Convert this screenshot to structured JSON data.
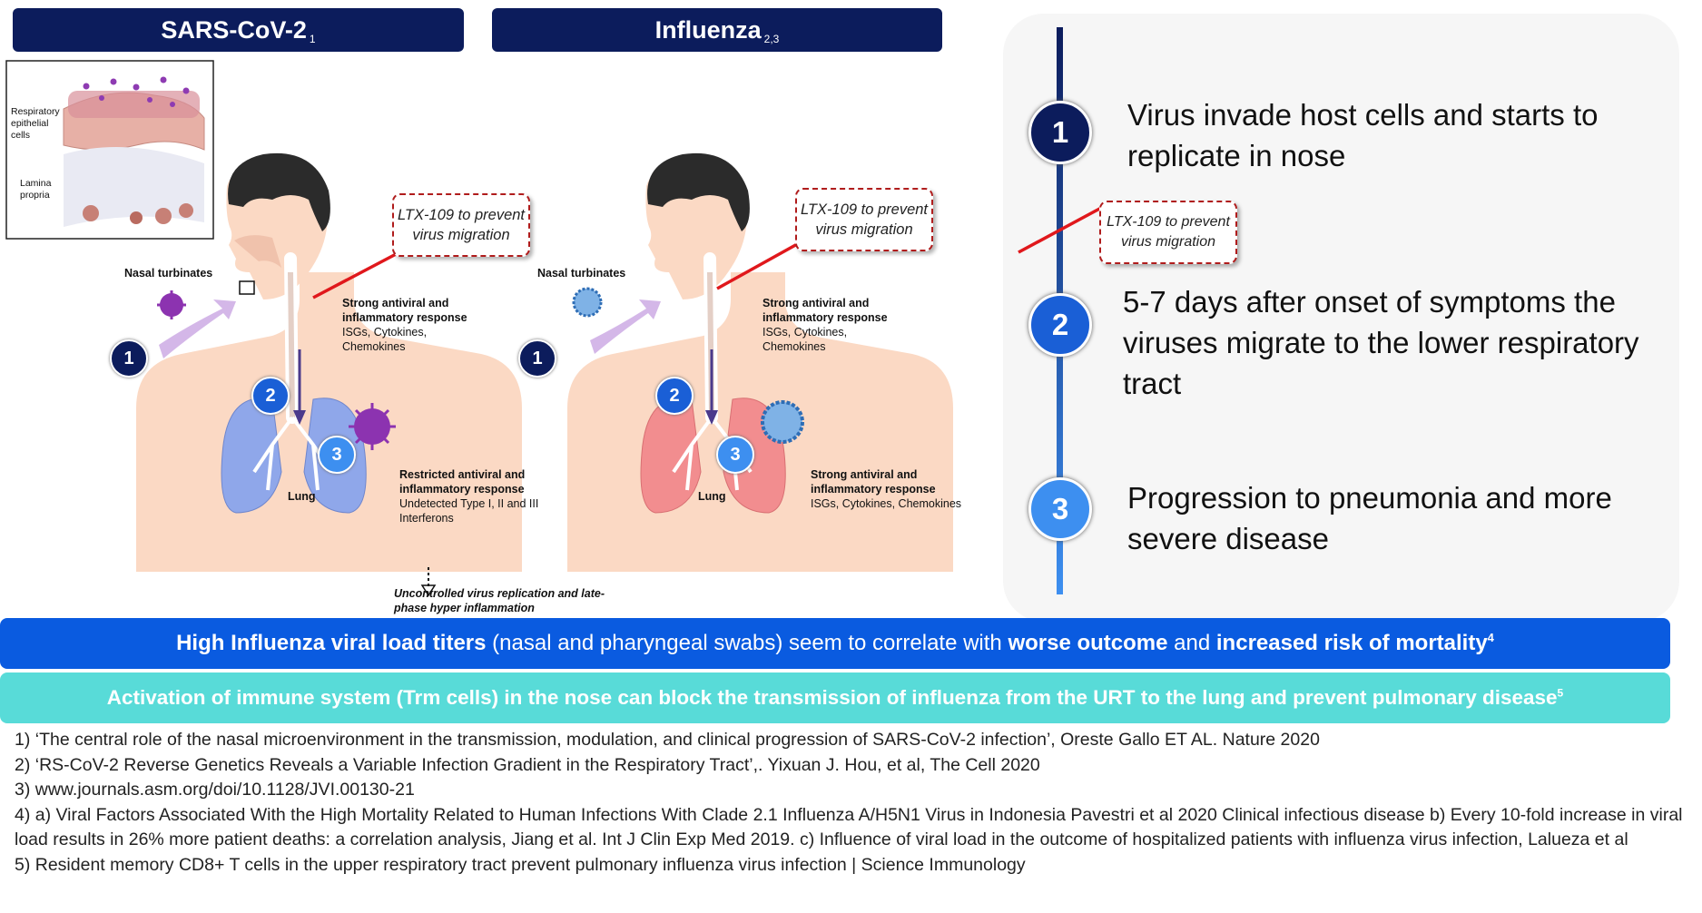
{
  "headers": {
    "sars": {
      "title": "SARS-CoV-2",
      "sup": "1"
    },
    "flu": {
      "title": "Influenza",
      "sup": "2,3"
    }
  },
  "inset": {
    "epithelial": "Respiratory epithelial cells",
    "lamina": "Lamina propria"
  },
  "sars_fig": {
    "nasal": "Nasal turbinates",
    "callout": "LTX-109 to prevent virus migration",
    "upper_title": "Strong antiviral and inflammatory response",
    "upper_sub": "ISGs, Cytokines, Chemokines",
    "lung": "Lung",
    "lower_title": "Restricted antiviral and inflammatory response",
    "lower_sub": "Undetected Type I, II and III Interferons",
    "outcome": "Uncontrolled virus replication and late-phase hyper inflammation"
  },
  "flu_fig": {
    "nasal": "Nasal turbinates",
    "callout": "LTX-109 to prevent virus migration",
    "upper_title": "Strong antiviral and inflammatory response",
    "upper_sub": "ISGs, Cytokines, Chemokines",
    "lung": "Lung",
    "lower_title": "Strong antiviral and inflammatory response",
    "lower_sub": "ISGs, Cytokines, Chemokines"
  },
  "markers": [
    "1",
    "2",
    "3"
  ],
  "timeline": {
    "steps": [
      {
        "num": "1",
        "text": "Virus invade host cells and starts to replicate in nose"
      },
      {
        "num": "2",
        "text": "5-7 days after onset of symptoms the viruses migrate to the lower respiratory tract"
      },
      {
        "num": "3",
        "text": "Progression to pneumonia and more severe disease"
      }
    ],
    "callout": "LTX-109 to prevent virus migration"
  },
  "banners": {
    "b1_a": "High Influenza viral load titers",
    "b1_b": " (nasal and pharyngeal swabs) seem to correlate with ",
    "b1_c": "worse outcome",
    "b1_d": " and ",
    "b1_e": "increased risk of mortality",
    "b1_sup": "4",
    "b2": "Activation of immune system (Trm cells) in the nose can block the transmission of influenza from the URT to the lung and prevent pulmonary disease",
    "b2_sup": "5"
  },
  "references": [
    "1) ‘The central role of the nasal microenvironment in the transmission, modulation, and clinical progression of SARS-CoV-2 infection’, Oreste Gallo ET AL. Nature 2020",
    "2) ‘RS-CoV-2 Reverse Genetics Reveals a Variable Infection Gradient in the Respiratory Tract’,. Yixuan J. Hou, et al, The Cell 2020",
    "3) www.journals.asm.org/doi/10.1128/JVI.00130-21",
    "4) a) Viral Factors Associated With the High Mortality Related to Human Infections With Clade 2.1 Influenza A/H5N1 Virus in Indonesia  Pavestri et al 2020 Clinical infectious disease  b) Every 10-fold increase in viral load results in 26% more patient deaths: a correlation analysis, Jiang et al. Int J Clin Exp Med 2019.  c) Influence of viral load in the outcome of hospitalized patients with influenza virus infection, Lalueza et al",
    "5) Resident memory CD8+ T cells in the upper respiratory tract prevent pulmonary influenza virus infection | Science Immunology"
  ],
  "colors": {
    "header_bg": "#0c1c5c",
    "banner1": "#0a5be0",
    "banner2": "#58dbd8",
    "callout_border": "#b01c1c",
    "skin": "#fbd9c4",
    "lung_sars": "#8fa7ea",
    "lung_flu": "#f28d8f",
    "sars_virus": "#8c33b0",
    "flu_virus": "#2e6db5"
  }
}
